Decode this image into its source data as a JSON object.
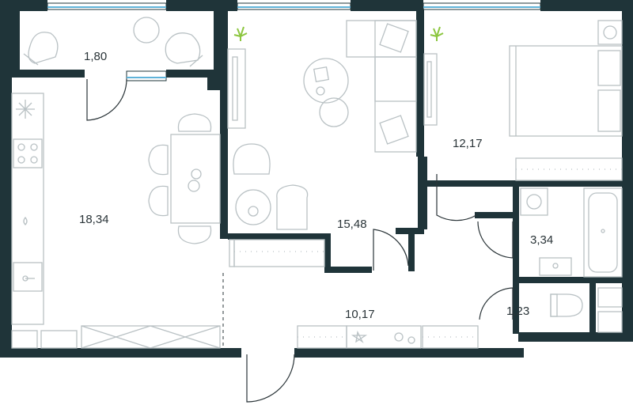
{
  "plan": {
    "colors": {
      "wall": "#1f3439",
      "window": "#5fb3d9",
      "furniture": "#b9c1c4",
      "text": "#2a3438",
      "plant": "#8cc63f"
    },
    "rooms": [
      {
        "id": "balcony",
        "area": "1,80"
      },
      {
        "id": "kitchen-living",
        "area": "18,34"
      },
      {
        "id": "living-room",
        "area": "15,48"
      },
      {
        "id": "bedroom",
        "area": "12,17"
      },
      {
        "id": "bathroom",
        "area": "3,34"
      },
      {
        "id": "hallway",
        "area": "10,17"
      },
      {
        "id": "toilet",
        "area": "1,23"
      }
    ]
  }
}
